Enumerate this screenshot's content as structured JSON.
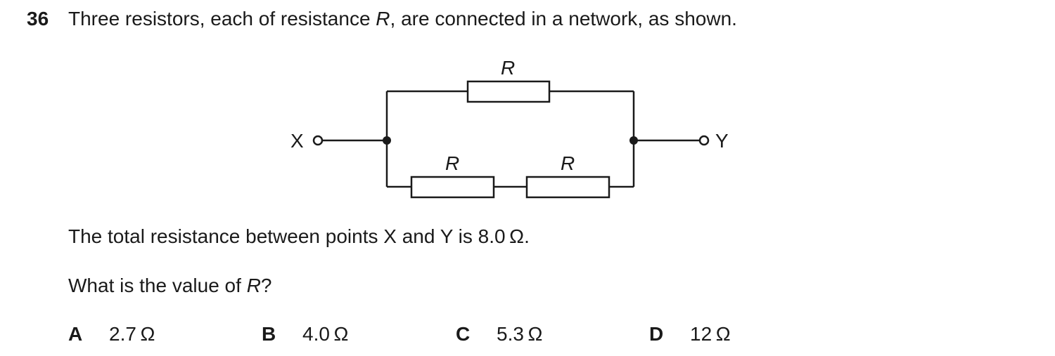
{
  "question": {
    "number": "36",
    "stem_before": "Three resistors, each of resistance ",
    "stem_var": "R",
    "stem_after": ", are connected in a network, as shown.",
    "info": "The total resistance between points X and Y is 8.0 Ω.",
    "ask_before": "What is the value of ",
    "ask_var": "R",
    "ask_after": "?"
  },
  "circuit": {
    "terminal_x": "X",
    "terminal_y": "Y",
    "top_resistor_label": "R",
    "bottom_left_resistor_label": "R",
    "bottom_right_resistor_label": "R"
  },
  "options": [
    {
      "letter": "A",
      "value": "2.7 Ω"
    },
    {
      "letter": "B",
      "value": "4.0 Ω"
    },
    {
      "letter": "C",
      "value": "5.3 Ω"
    },
    {
      "letter": "D",
      "value": "12 Ω"
    }
  ]
}
